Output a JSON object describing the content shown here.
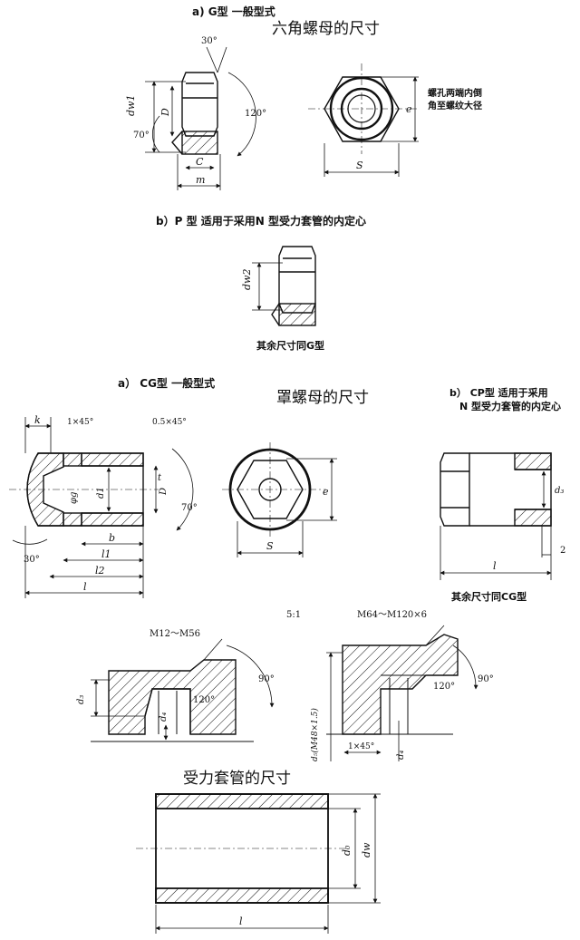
{
  "section1": {
    "heading_a": "a)  G型  一般型式",
    "title": "六角螺母的尺寸",
    "note_line1": "螺孔两端内倒",
    "note_line2": "角至螺纹大径",
    "labels": {
      "d_w1": "dw1",
      "D": "D",
      "angle_30": "30°",
      "angle_70": "70°",
      "angle_120": "120°",
      "C": "C",
      "m": "m",
      "e": "e",
      "S": "S"
    },
    "heading_b": "b）P 型  适用于采用N 型受力套管的内定心",
    "p_label": "dw2",
    "p_note": "其余尺寸同G型"
  },
  "section2": {
    "heading_a": "a） CG型  一般型式",
    "title": "罩螺母的尺寸",
    "heading_b_line1": "b） CP型  适用于采用",
    "heading_b_line2": "N 型受力套管的内定心",
    "labels": {
      "k": "k",
      "chamfer1": "1×45°",
      "chamfer2": "0.5×45°",
      "t": "t",
      "phi_g": "φg",
      "d1": "d1",
      "D": "D",
      "angle_70": "70°",
      "angle_30": "30°",
      "b": "b",
      "l1": "l1",
      "l2": "l2",
      "l": "l",
      "e": "e",
      "S": "S",
      "cp_d": "d₃",
      "cp_2": "2",
      "cp_l": "l"
    },
    "cp_note": "其余尺寸同CG型"
  },
  "section3": {
    "scale": "5:1",
    "left_range": "M12～M56",
    "right_range": "M64～M120×6",
    "labels": {
      "d3": "d₃",
      "d4": "d₄",
      "angle_120": "120°",
      "angle_90": "90°",
      "d5": "d₅(M48×1.5)",
      "chamfer": "1×45°",
      "d4r": "d₄",
      "angle_120r": "120°",
      "angle_90r": "90°"
    }
  },
  "section4": {
    "title": "受力套管的尺寸",
    "labels": {
      "d0": "d₀",
      "dw": "dw",
      "l": "l"
    }
  }
}
